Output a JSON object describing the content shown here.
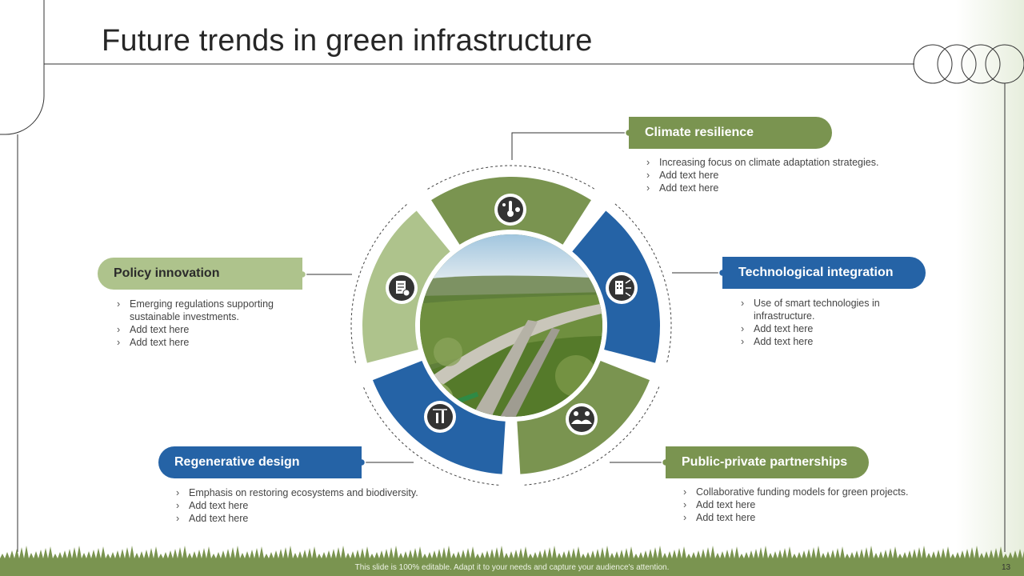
{
  "slide": {
    "title": "Future trends in green infrastructure",
    "footer_note": "This slide is 100% editable. Adapt it to your needs and capture your audience's attention.",
    "page_number": "13"
  },
  "colors": {
    "green": "#7a9450",
    "light_green": "#aec38c",
    "blue": "#2563a6"
  },
  "center_image": "aerial-highway-greenery-photo",
  "trends": [
    {
      "title": "Climate resilience",
      "icon": "climate-thermometer-icon",
      "points": [
        "Increasing focus on climate adaptation strategies.",
        "Add text here",
        "Add text here"
      ]
    },
    {
      "title": "Technological integration",
      "icon": "smart-building-icon",
      "points": [
        "Use of smart technologies in infrastructure.",
        "Add text here",
        "Add text here"
      ]
    },
    {
      "title": "Public-private partnerships",
      "icon": "handshake-people-icon",
      "points": [
        "Collaborative funding models for green projects.",
        "Add text here",
        "Add text here"
      ]
    },
    {
      "title": "Regenerative design",
      "icon": "design-tools-icon",
      "points": [
        "Emphasis on restoring ecosystems and biodiversity.",
        "Add text here",
        "Add text here"
      ]
    },
    {
      "title": "Policy innovation",
      "icon": "policy-document-icon",
      "points": [
        "Emerging regulations supporting sustainable investments.",
        "Add text here",
        "Add text here"
      ]
    }
  ]
}
